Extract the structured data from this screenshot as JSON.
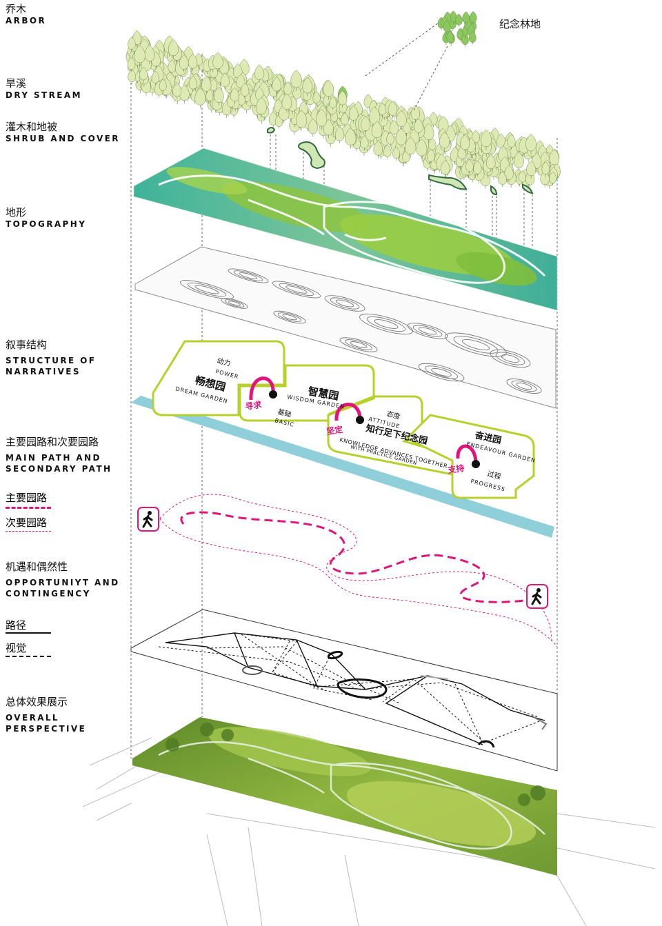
{
  "layers": [
    {
      "zh": "乔木",
      "en": "Arbor"
    },
    {
      "zh": "旱溪",
      "en": "Dry Stream"
    },
    {
      "zh": "灌木和地被",
      "en": "Shrub And Cover"
    },
    {
      "zh": "地形",
      "en": "Topography"
    },
    {
      "zh": "叙事结构",
      "en": "Structure of Narratives"
    },
    {
      "zh": "主要园路和次要园路",
      "en": "Main Path and Secondary Path"
    },
    {
      "zh": "机遇和偶然性",
      "en": "Opportuniyt and Contingency"
    },
    {
      "zh": "总体效果展示",
      "en": "Overall Perspective"
    }
  ],
  "path_legend": {
    "main": "主要园路",
    "secondary": "次要园路"
  },
  "view_legend": {
    "route": "路径",
    "sight": "视觉"
  },
  "callout": "纪念林地",
  "gardens": {
    "dream": {
      "zh": "畅想园",
      "en": "DREAM GARDEN",
      "sub_zh": "动力",
      "sub_en": "POWER"
    },
    "wisdom": {
      "zh": "智慧园",
      "en": "WISDOM GARDEN",
      "sub_zh": "基础",
      "sub_en": "BASIC"
    },
    "knowledge": {
      "zh": "知行足下纪念园",
      "en1": "KNOWLEDGE ADVANCES TOGETHER",
      "en2": "WITH PRACTICE GARDEN",
      "sub_zh": "态度",
      "sub_en": "ATTITUDE"
    },
    "endeavour": {
      "zh": "奋进园",
      "en": "ENDEAVOUR GARDEN",
      "sub_zh": "过程",
      "sub_en": "PROGRESS"
    }
  },
  "connectors": {
    "seek": "寻求",
    "firm": "坚定",
    "support": "支持"
  },
  "colors": {
    "lime": "#b8d12a",
    "magenta": "#e0147a",
    "river": "#8ecfd9",
    "tree": "#dfe9b4",
    "tree_dark": "#8cc860",
    "teal": "#3fb39a",
    "grass": "#8dc43f",
    "persp": "#6f9a32"
  },
  "icons": [
    "walker-icon",
    "walker-icon"
  ]
}
